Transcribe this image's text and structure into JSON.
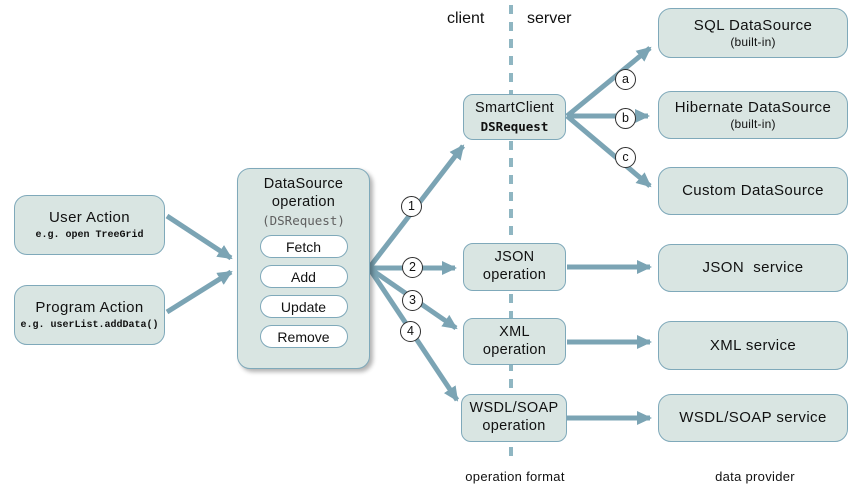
{
  "colors": {
    "box_fill": "#d9e5e2",
    "box_border": "#7fa9ba",
    "arrow": "#7ba4b4",
    "dash": "#8fb6c2",
    "badge_border": "#2f2f2f",
    "text": "#111111",
    "code_muted": "#5f5f5f",
    "pill_fill": "#ffffff"
  },
  "lanes": {
    "client": "client",
    "server": "server"
  },
  "footer": {
    "operation_format": "operation format",
    "data_provider": "data provider"
  },
  "boxes": {
    "user_action": {
      "title": "User Action",
      "code": "e.g. open TreeGrid"
    },
    "program_action": {
      "title": "Program Action",
      "code": "e.g. userList.addData()"
    },
    "datasource_operation": {
      "title_line1": "DataSource",
      "title_line2": "operation",
      "code": "(DSRequest)",
      "operations": [
        "Fetch",
        "Add",
        "Update",
        "Remove"
      ]
    },
    "smartclient_dsrequest": {
      "title": "SmartClient",
      "code": "DSRequest"
    },
    "json_operation": {
      "line1": "JSON",
      "line2": "operation"
    },
    "xml_operation": {
      "line1": "XML",
      "line2": "operation"
    },
    "wsdl_soap_operation": {
      "line1": "WSDL/SOAP",
      "line2": "operation"
    },
    "sql_datasource": {
      "title": "SQL DataSource",
      "subtitle": "(built-in)"
    },
    "hibernate_datasource": {
      "title": "Hibernate DataSource",
      "subtitle": "(built-in)"
    },
    "custom_datasource": {
      "title": "Custom DataSource"
    },
    "json_service": {
      "title": "JSON  service"
    },
    "xml_service": {
      "title": "XML service"
    },
    "wsdl_soap_service": {
      "title": "WSDL/SOAP service"
    }
  },
  "badges": {
    "step1": "1",
    "step2": "2",
    "step3": "3",
    "step4": "4",
    "route_a": "a",
    "route_b": "b",
    "route_c": "c"
  }
}
